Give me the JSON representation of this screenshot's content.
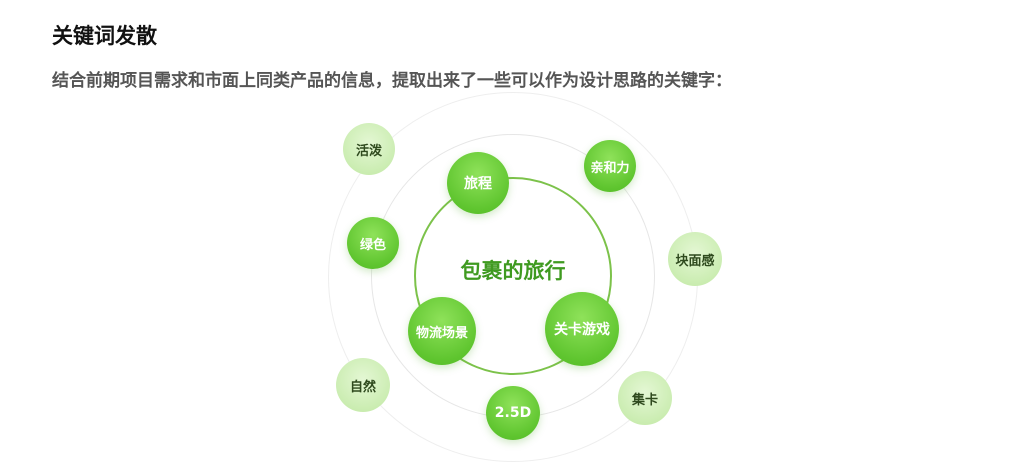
{
  "header": {
    "title": "关键词发散",
    "description": "结合前期项目需求和市面上同类产品的信息，提取出来了一些可以作为设计思路的关键字："
  },
  "diagram": {
    "center": "包裹的旅行",
    "primary_keywords": [
      "旅程",
      "物流场景",
      "关卡游戏"
    ],
    "secondary_keywords": [
      "活泼",
      "亲和力",
      "绿色",
      "块面感",
      "自然",
      "2.5D",
      "集卡"
    ]
  },
  "colors": {
    "accent": "#5fc52f",
    "accent_text": "#3f9a20",
    "light_node": "#c9ecaf",
    "ring": "#7cc24a"
  }
}
